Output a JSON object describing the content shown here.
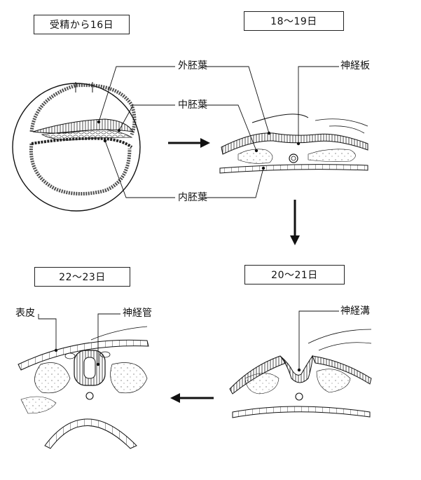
{
  "stages": {
    "day16": "受精から16日",
    "day18_19": "18～19日",
    "day20_21": "20～21日",
    "day22_23": "22～23日"
  },
  "labels": {
    "ectoderm": "外胚葉",
    "mesoderm": "中胚葉",
    "endoderm": "内胚葉",
    "neural_plate": "神経板",
    "neural_groove": "神経溝",
    "epidermis": "表皮",
    "neural_tube": "神経管"
  },
  "arrows": [
    "right",
    "down",
    "left"
  ]
}
